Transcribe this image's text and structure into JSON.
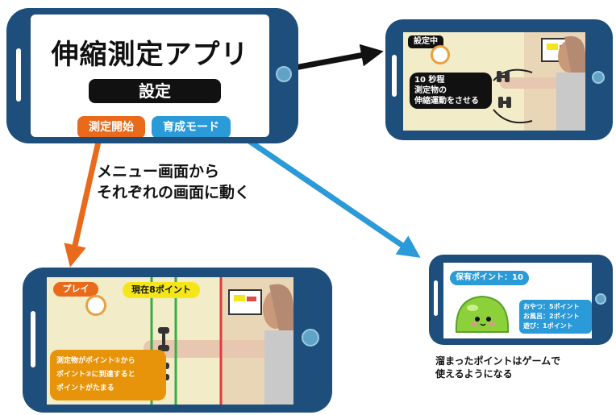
{
  "menu": {
    "title": "伸縮測定アプリ",
    "settings_label": "設定",
    "measure_start_label": "測定開始",
    "raise_mode_label": "育成モード"
  },
  "menu_caption": [
    "メニュー画面から",
    "それぞれの画面に動く"
  ],
  "settings_screen": {
    "badge": "設定中",
    "instruction": [
      "10 秒程",
      "測定物の",
      "伸縮運動をさせる"
    ]
  },
  "play_screen": {
    "badge": "プレイ",
    "points": "現在8ポイント",
    "instruction": [
      "測定物がポイント①から",
      "ポイント②に到達すると",
      "ポイントがたまる"
    ]
  },
  "raise_screen": {
    "held_points": "保有ポイント：10",
    "costs": [
      "おやつ：5ポイント",
      "お風呂：2ポイント",
      "遊び：1ポイント"
    ]
  },
  "raise_caption": [
    "溜まったポイントはゲームで",
    "使えるようになる"
  ],
  "colors": {
    "phone": "#1e4f7c",
    "orange": "#e86a1a",
    "blue": "#2a9ad8",
    "black": "#111111",
    "yellow": "#f5e61a",
    "slime": "#8cd13a"
  }
}
